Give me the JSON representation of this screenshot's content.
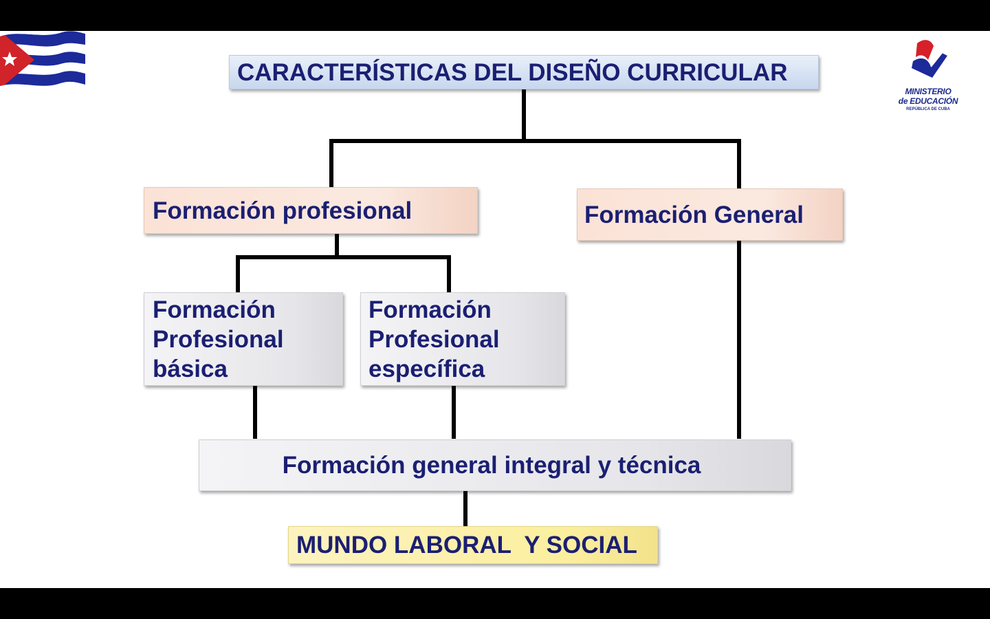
{
  "diagram": {
    "title": "CARACTERÍSTICAS DEL DISEÑO CURRICULAR",
    "formacion_profesional": "Formación profesional",
    "formacion_general": "Formación General",
    "formacion_profesional_basica": [
      "Formación",
      "Profesional",
      "básica"
    ],
    "formacion_profesional_especifica": [
      "Formación",
      "Profesional",
      "específica"
    ],
    "formacion_general_integral": "Formación general integral y técnica",
    "mundo_laboral": "MUNDO LABORAL  Y SOCIAL"
  },
  "logo": {
    "line1": "MINISTERIO",
    "line2": "de EDUCACIÓN",
    "line3": "REPÚBLICA DE CUBA"
  },
  "colors": {
    "text": "#1b1f72",
    "title_box": "#d6e2f3",
    "peach_box": "#fbe2d6",
    "gray_box": "#e6e6ea",
    "yellow_box": "#fbef9e",
    "connector": "#000000"
  }
}
